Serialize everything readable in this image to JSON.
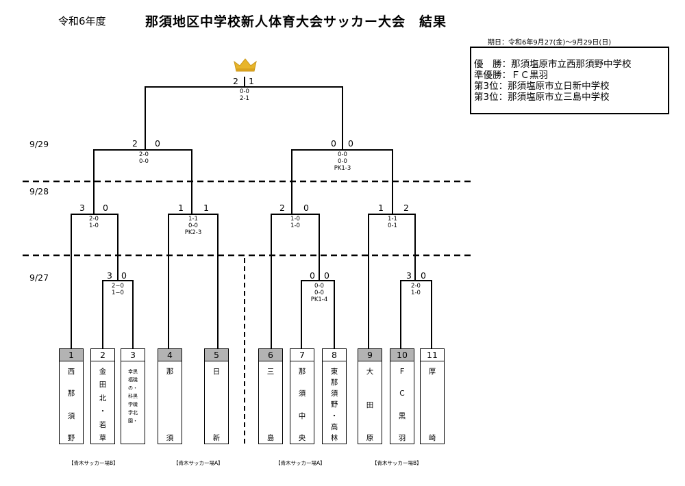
{
  "header": {
    "era": "令和6年度",
    "title": "那須地区中学校新人体育大会サッカー大会　結果",
    "dates": "期日：令和6年9月27(金)〜9月29日(日)"
  },
  "results": [
    "優　勝：那須塩原市立西那須野中学校",
    "準優勝：ＦＣ黒羽",
    "第3位：那須塩原市立日新中学校",
    "第3位：那須塩原市立三島中学校"
  ],
  "day_labels": {
    "final": "9/29",
    "semi": "9/28",
    "first": "9/27"
  },
  "crown_icon": "crown-icon",
  "colors": {
    "seed_fill": "#b3b3b3",
    "crown": "#e8b52a",
    "line": "#000000"
  },
  "final": {
    "left_score": "2",
    "right_score": "1",
    "detail": [
      "0-0",
      "2-1"
    ]
  },
  "semifinals": [
    {
      "left_score": "2",
      "right_score": "0",
      "detail": [
        "2-0",
        "0-0"
      ]
    },
    {
      "left_score": "0",
      "right_score": "0",
      "detail": [
        "0-0",
        "0-0",
        "PK1-3"
      ]
    }
  ],
  "quarterfinals": [
    {
      "left_score": "3",
      "right_score": "0",
      "detail": [
        "2-0",
        "1-0"
      ]
    },
    {
      "left_score": "1",
      "right_score": "1",
      "detail": [
        "1-1",
        "0-0",
        "PK2-3"
      ]
    },
    {
      "left_score": "2",
      "right_score": "0",
      "detail": [
        "1-0",
        "1-0"
      ]
    },
    {
      "left_score": "1",
      "right_score": "2",
      "detail": [
        "1-1",
        "0-1"
      ]
    }
  ],
  "first_round": [
    {
      "left_score": "3",
      "right_score": "0",
      "detail": [
        "2−0",
        "1−0"
      ]
    },
    {
      "left_score": "0",
      "right_score": "0",
      "detail": [
        "0-0",
        "0-0",
        "PK1-4"
      ]
    },
    {
      "left_score": "3",
      "right_score": "0",
      "detail": [
        "2-0",
        "1-0"
      ]
    }
  ],
  "teams": [
    {
      "num": "1",
      "seed": true,
      "chars": [
        "西",
        "那",
        "須",
        "野"
      ]
    },
    {
      "num": "2",
      "seed": false,
      "chars": [
        "金",
        "田",
        "北",
        "・",
        "若",
        "草"
      ]
    },
    {
      "num": "3",
      "seed": false,
      "chars": [
        "幸黒",
        "福磯",
        "の・",
        "科黒",
        "学磯",
        "学北",
        "園・"
      ]
    },
    {
      "num": "4",
      "seed": true,
      "chars": [
        "那",
        "須"
      ]
    },
    {
      "num": "5",
      "seed": true,
      "chars": [
        "日",
        "新"
      ]
    },
    {
      "num": "6",
      "seed": true,
      "chars": [
        "三",
        "島"
      ]
    },
    {
      "num": "7",
      "seed": false,
      "chars": [
        "那",
        "須",
        "中",
        "央"
      ]
    },
    {
      "num": "8",
      "seed": false,
      "chars": [
        "東",
        "那",
        "須",
        "野",
        "・",
        "高",
        "林"
      ]
    },
    {
      "num": "9",
      "seed": true,
      "chars": [
        "大",
        "田",
        "原"
      ]
    },
    {
      "num": "10",
      "seed": true,
      "chars": [
        "Ｆ",
        "Ｃ",
        "黒",
        "羽"
      ]
    },
    {
      "num": "11",
      "seed": false,
      "chars": [
        "厚",
        "崎"
      ]
    }
  ],
  "venues": [
    "【青木サッカー場B】",
    "【青木サッカー場A】",
    "【青木サッカー場A】",
    "【青木サッカー場B】"
  ]
}
